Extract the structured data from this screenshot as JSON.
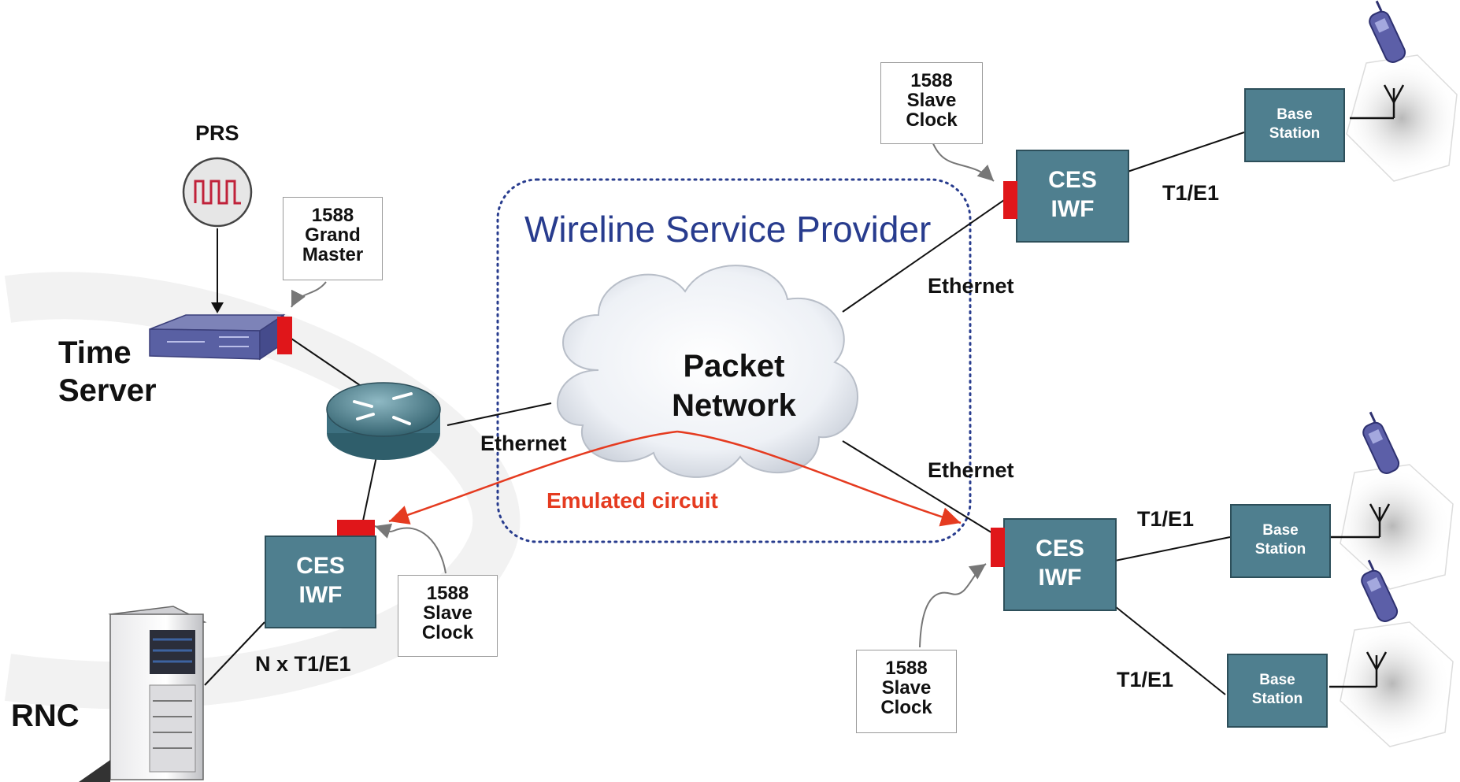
{
  "prs": {
    "label": "PRS"
  },
  "time_server": {
    "line1": "Time",
    "line2": "Server"
  },
  "rnc": {
    "label": "RNC"
  },
  "grand_master": {
    "line1": "1588",
    "line2": "Grand",
    "line3": "Master"
  },
  "slave_clock_left": {
    "line1": "1588",
    "line2": "Slave",
    "line3": "Clock"
  },
  "slave_clock_top": {
    "line1": "1588",
    "line2": "Slave",
    "line3": "Clock"
  },
  "slave_clock_bottom": {
    "line1": "1588",
    "line2": "Slave",
    "line3": "Clock"
  },
  "ces_left": {
    "line1": "CES",
    "line2": "IWF"
  },
  "ces_top": {
    "line1": "CES",
    "line2": "IWF"
  },
  "ces_bottom": {
    "line1": "CES",
    "line2": "IWF"
  },
  "base_station_top": {
    "line1": "Base",
    "line2": "Station"
  },
  "base_station_mid": {
    "line1": "Base",
    "line2": "Station"
  },
  "base_station_low": {
    "line1": "Base",
    "line2": "Station"
  },
  "provider": {
    "label": "Wireline Service Provider"
  },
  "cloud": {
    "line1": "Packet",
    "line2": "Network"
  },
  "links": {
    "ethernet_left": "Ethernet",
    "ethernet_top": "Ethernet",
    "ethernet_bottom": "Ethernet",
    "t1e1_top": "T1/E1",
    "t1e1_mid": "T1/E1",
    "t1e1_low": "T1/E1",
    "nx_t1e1": "N x T1/E1"
  },
  "emulated": {
    "label": "Emulated circuit"
  },
  "colors": {
    "device_fill": "#4f7f8f",
    "port_red": "#e0161a",
    "provider_blue": "#283c8e",
    "emulated_red": "#e53b20"
  }
}
